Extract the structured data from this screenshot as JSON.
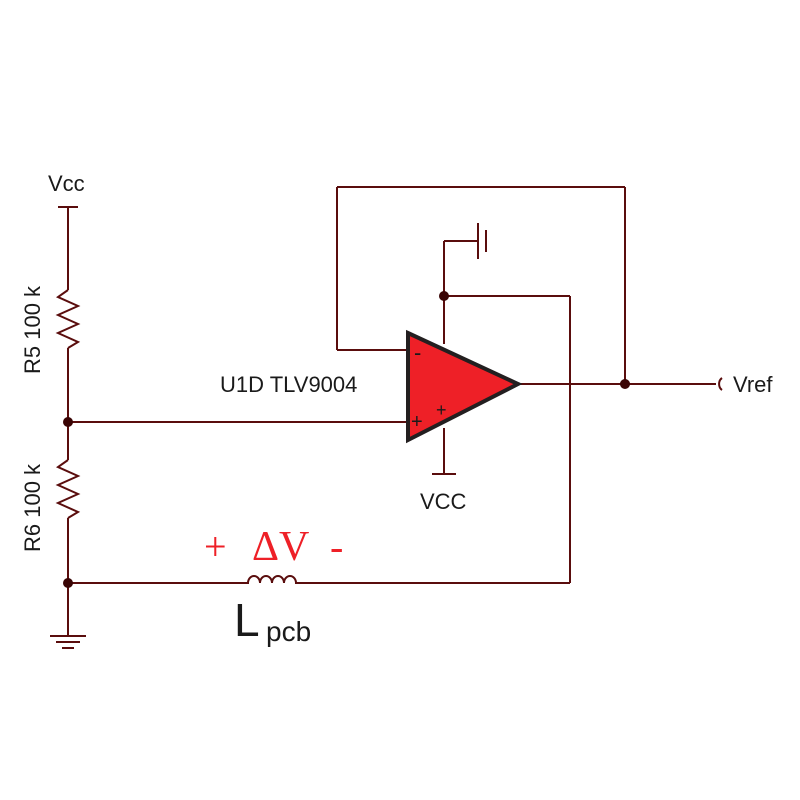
{
  "labels": {
    "vcc_top": "Vcc",
    "r5": "R5 100 k",
    "r6": "R6 100 k",
    "opamp": "U1D TLV9004",
    "vcc_supply": "VCC",
    "vref": "Vref",
    "minus_pin": "-",
    "plus_pin": "+",
    "plus_pin2": "+",
    "dv_plus": "+",
    "dv": "ΔV",
    "dv_minus": "-",
    "lpcb_main": "L",
    "lpcb_sub": "pcb"
  },
  "colors": {
    "wire": "#5a0d0d",
    "node": "#3a0505",
    "opamp_fill": "#ee2027",
    "opamp_stroke": "#231f20",
    "accent_text": "#ee2027",
    "text": "#1a1a1a"
  }
}
